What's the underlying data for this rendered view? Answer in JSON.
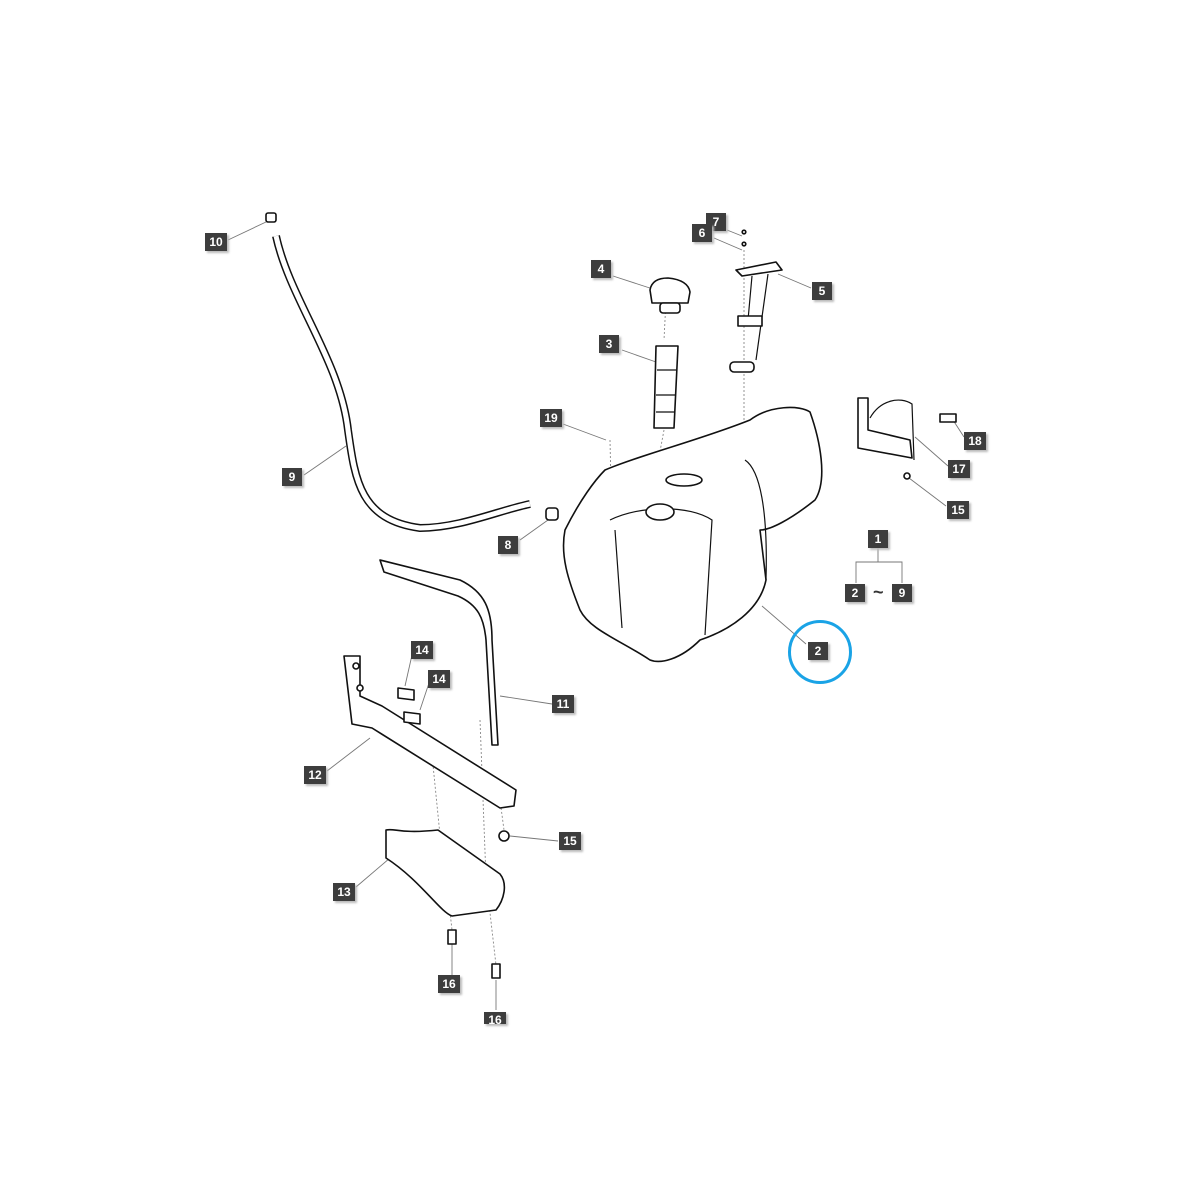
{
  "callouts": {
    "c10": "10",
    "c7": "7",
    "c6": "6",
    "c4": "4",
    "c5": "5",
    "c3": "3",
    "c19": "19",
    "c18": "18",
    "c17": "17",
    "c9": "9",
    "c15a": "15",
    "c8": "8",
    "c2": "2",
    "c14a": "14",
    "c14b": "14",
    "c11": "11",
    "c12": "12",
    "c15b": "15",
    "c13": "13",
    "c16a": "16",
    "c16b": "16"
  },
  "assembly_legend": {
    "parent": "1",
    "range_start": "2",
    "separator": "~",
    "range_end": "9"
  },
  "highlight": {
    "part": "2",
    "color": "#1aa3e6"
  }
}
